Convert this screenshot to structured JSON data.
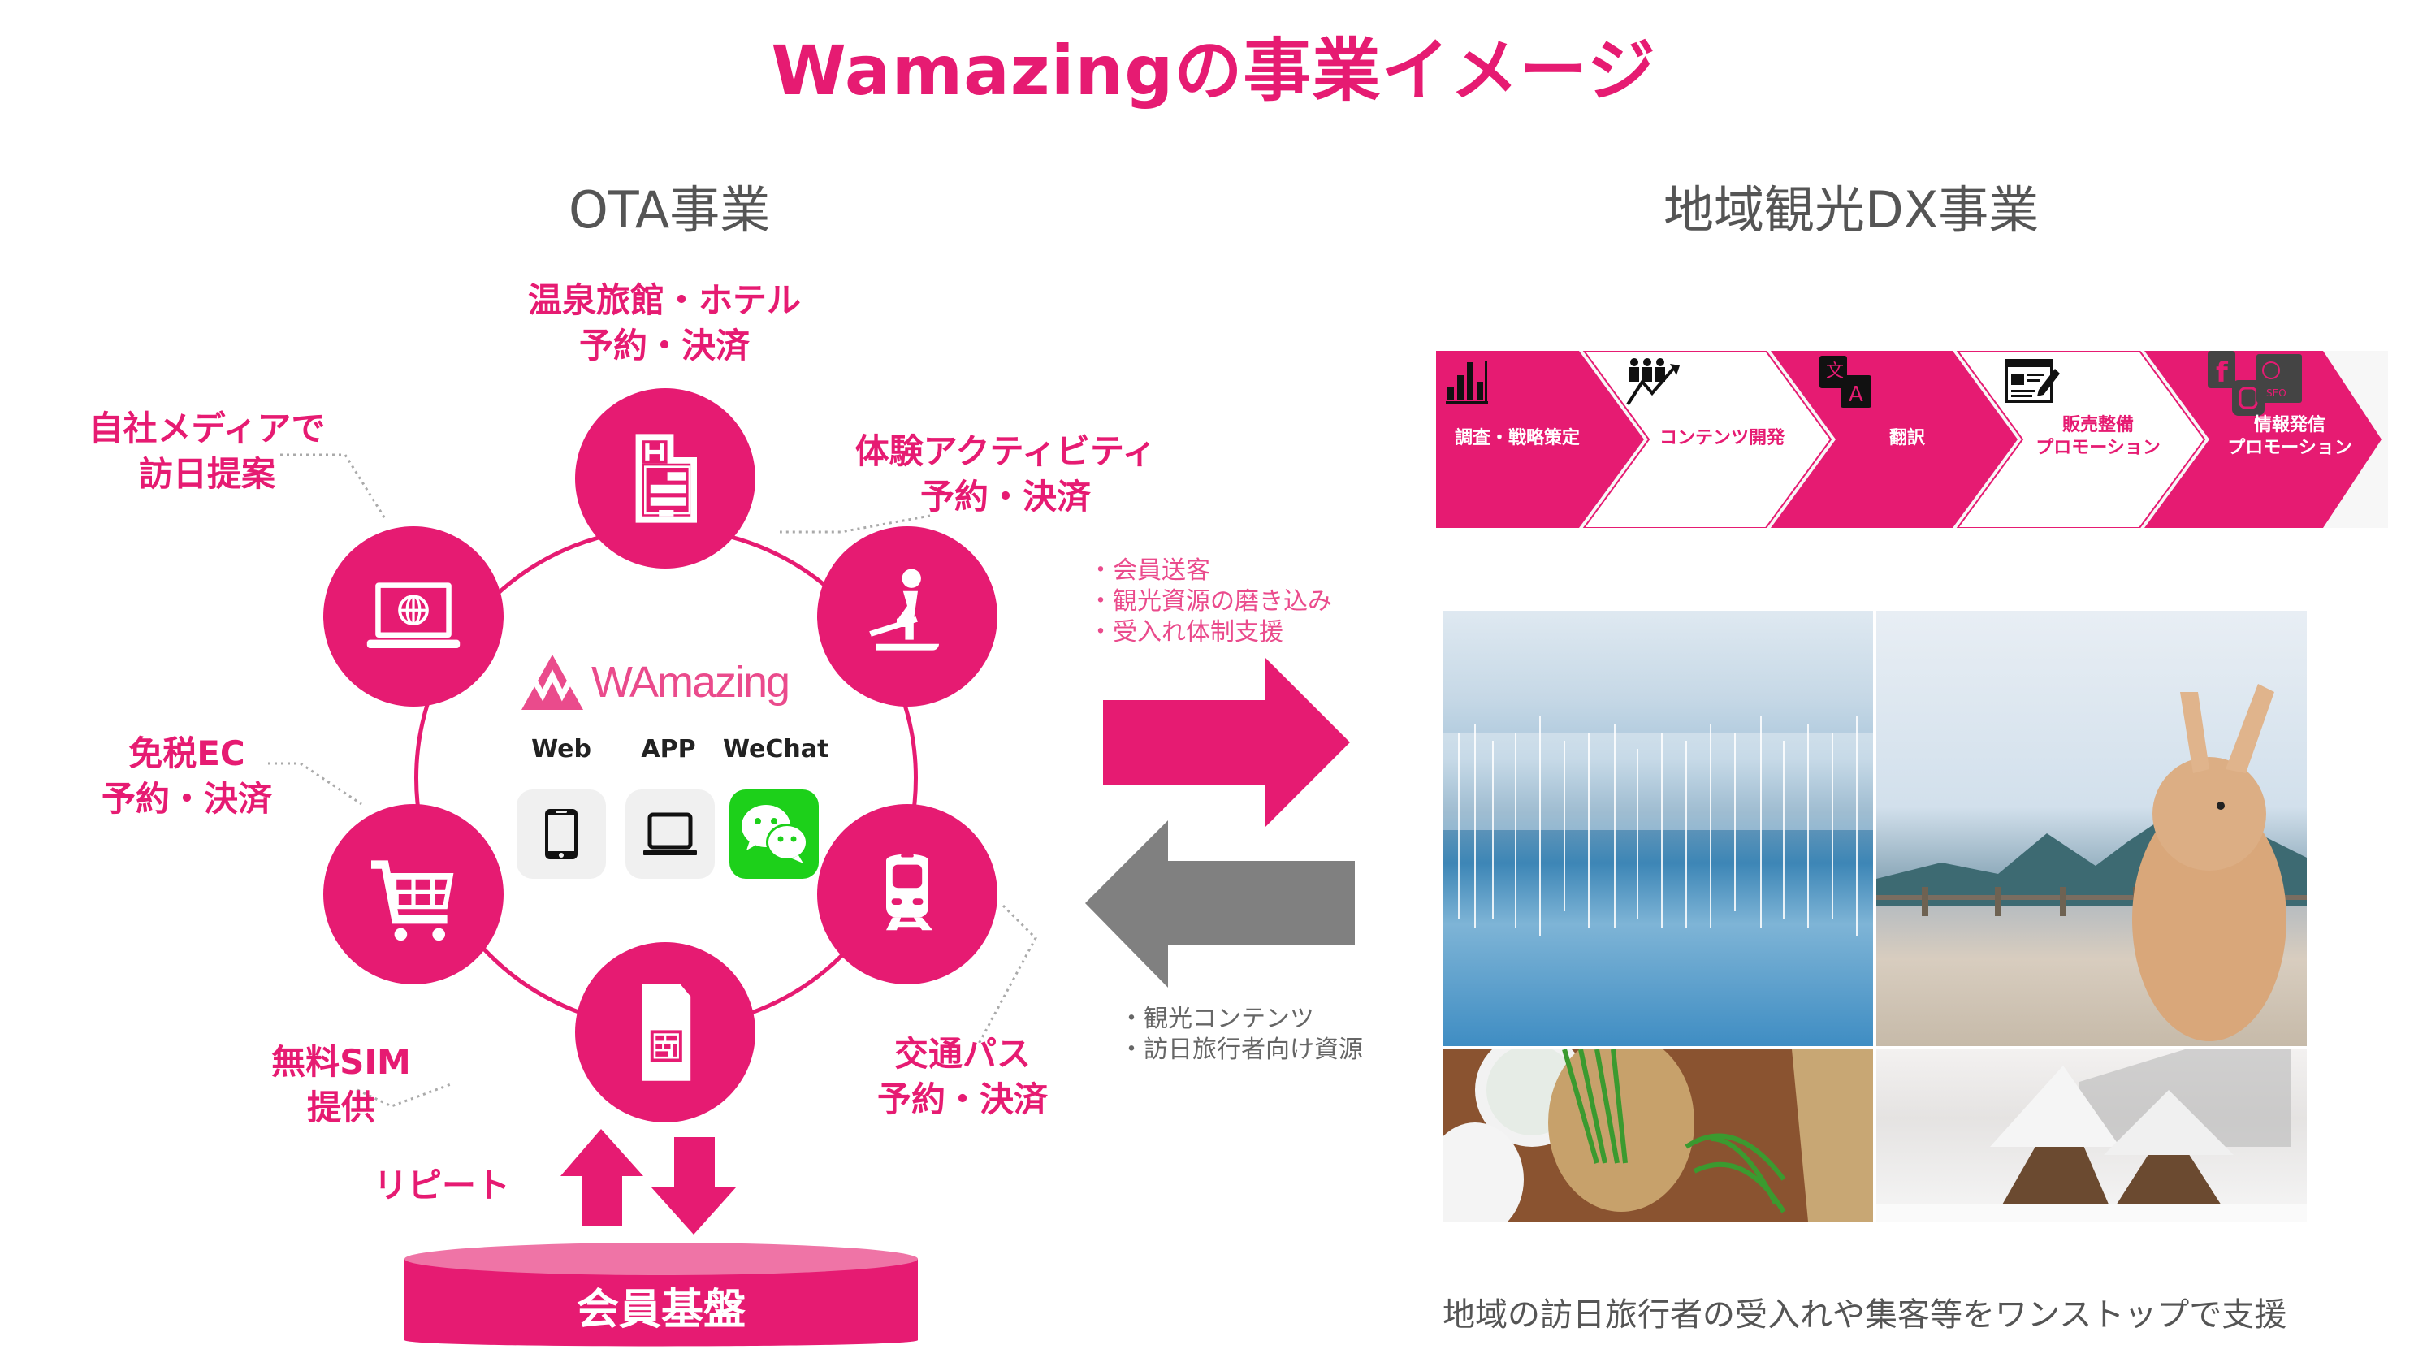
{
  "title": "Wamazingの事業イメージ",
  "ota": {
    "heading": "OTA事業",
    "logo_text": "WAmazing",
    "channels": [
      {
        "label": "Web",
        "icon": "smartphone-icon"
      },
      {
        "label": "APP",
        "icon": "laptop-icon"
      },
      {
        "label": "WeChat",
        "icon": "wechat-icon"
      }
    ],
    "services": [
      {
        "line1": "温泉旅館・ホテル",
        "line2": "予約・決済",
        "icon": "hotel-icon"
      },
      {
        "line1": "体験アクティビティ",
        "line2": "予約・決済",
        "icon": "ski-icon"
      },
      {
        "line1": "交通パス",
        "line2": "予約・決済",
        "icon": "train-icon"
      },
      {
        "line1": "無料SIM",
        "line2": "提供",
        "icon": "sim-card-icon"
      },
      {
        "line1": "免税EC",
        "line2": "予約・決済",
        "icon": "shopping-cart-icon"
      },
      {
        "line1": "自社メディアで",
        "line2": "訪日提案",
        "icon": "laptop-globe-icon"
      }
    ],
    "repeat_label": "リピート",
    "member_base": "会員基盤"
  },
  "flow": {
    "to_region": [
      "・会員送客",
      "・観光資源の磨き込み",
      "・受入れ体制支援"
    ],
    "to_ota": [
      "・観光コンテンツ",
      "・訪日旅行者向け資源"
    ],
    "colors": {
      "to_region": "#e61b72",
      "to_ota": "#808080"
    }
  },
  "dx": {
    "heading": "地域観光DX事業",
    "steps": [
      {
        "line1": "調査・戦略策定",
        "line2": "",
        "icon": "bar-chart-icon",
        "style": "filled"
      },
      {
        "line1": "コンテンツ開発",
        "line2": "",
        "icon": "people-growth-icon",
        "style": "outline"
      },
      {
        "line1": "翻訳",
        "line2": "",
        "icon": "translate-icon",
        "style": "filled"
      },
      {
        "line1": "販売整備",
        "line2": "プロモーション",
        "icon": "web-edit-icon",
        "style": "outline"
      },
      {
        "line1": "情報発信",
        "line2": "プロモーション",
        "icon": "social-seo-icon",
        "style": "filled"
      }
    ],
    "photos": [
      {
        "name": "blue-pond-winter-photo"
      },
      {
        "name": "rabbit-island-photo"
      },
      {
        "name": "mountain-vegetables-photo"
      },
      {
        "name": "snowy-gassho-village-photo"
      }
    ],
    "caption": "地域の訪日旅行者の受入れや集客等をワンストップで支援"
  },
  "colors": {
    "brand": "#e61b72",
    "brand_light": "#ef74a6",
    "gray_arrow": "#808080",
    "heading_gray": "#555555",
    "wechat_green": "#1dd01a"
  }
}
